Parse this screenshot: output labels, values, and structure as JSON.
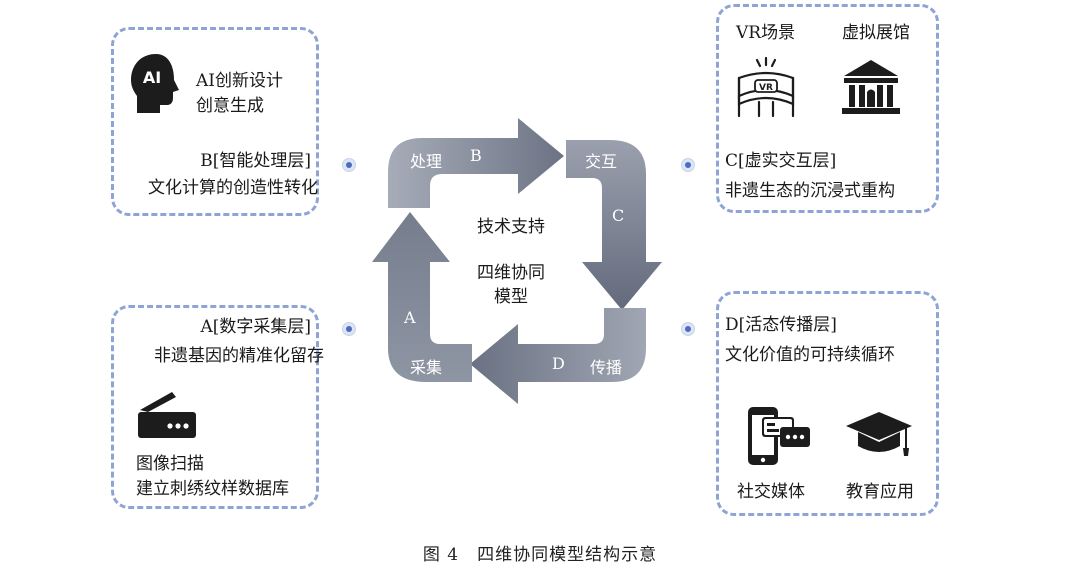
{
  "layer_b": {
    "ai_badge": "AI",
    "line1": "AI创新设计",
    "line2": "创意生成",
    "title": "B[智能处理层]",
    "desc": "文化计算的创造性转化"
  },
  "layer_c": {
    "vr_label": "VR场景",
    "vr_badge": "VR",
    "museum_label": "虚拟展馆",
    "title": "C[虚实交互层]",
    "desc": "非遗生态的沉浸式重构"
  },
  "layer_a": {
    "title": "A[数字采集层]",
    "desc": "非遗基因的精准化留存",
    "line1": "图像扫描",
    "line2": "建立刺绣纹样数据库"
  },
  "layer_d": {
    "title": "D[活态传播层]",
    "desc": "文化价值的可持续循环",
    "social_label": "社交媒体",
    "edu_label": "教育应用"
  },
  "cycle": {
    "process": "处理",
    "b": "B",
    "interact": "交互",
    "c": "C",
    "spread": "传播",
    "d": "D",
    "collect": "采集",
    "a": "A",
    "center_line1": "技术支持",
    "center_line2": "四维协同",
    "center_line3": "模型"
  },
  "caption": "图 4　四维协同模型结构示意",
  "colors": {
    "dashed_border": "#8ea4d4",
    "arrow_fill": "#7a8292",
    "dot": "#4b6cc1"
  }
}
